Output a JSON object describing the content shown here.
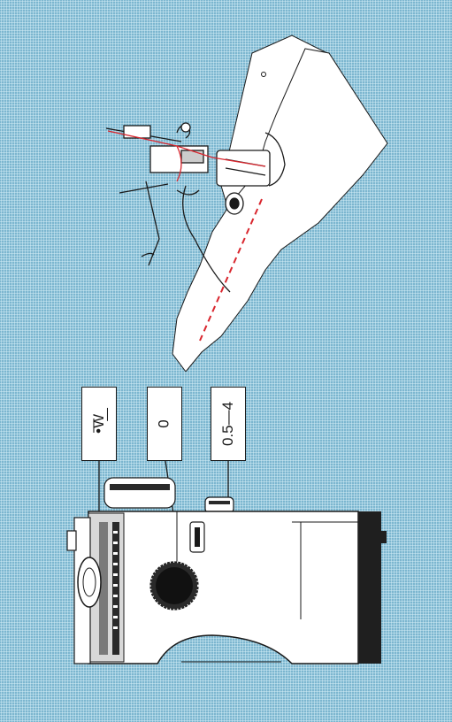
{
  "setting_labels": {
    "pattern": "•͞W͟",
    "stitch_width": "0",
    "stitch_length": "0.5—4"
  },
  "colors": {
    "background": "#8fc6dc",
    "paper": "#ffffff",
    "ink": "#1a1a1a",
    "seam": "#d9262e"
  }
}
